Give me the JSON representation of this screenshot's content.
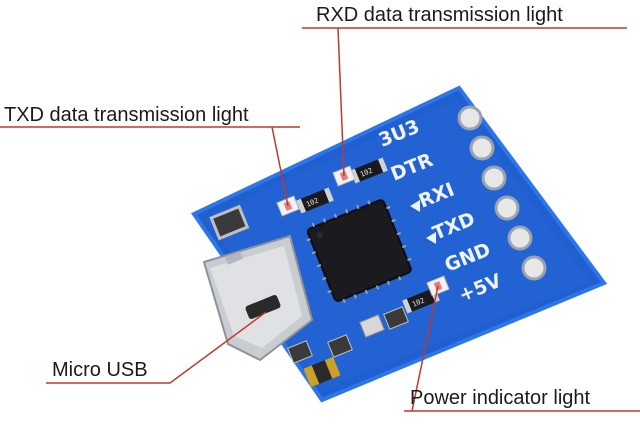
{
  "callouts": {
    "rxd_light": "RXD data transmission light",
    "txd_light": "TXD data transmission light",
    "micro_usb": "Micro USB",
    "power_light": "Power indicator light"
  },
  "board": {
    "pins": [
      "3U3",
      "DTR",
      "RXI",
      "TXD",
      "GND",
      "+5V"
    ],
    "resistor_codes": [
      "102",
      "102",
      "102"
    ]
  },
  "colors": {
    "pcb": "#1f5fd0",
    "pcb_edge": "#2d76ea",
    "leader_line": "#c0392b",
    "chip": "#1b1b1f",
    "usb_metal": "#c9ccd1"
  }
}
